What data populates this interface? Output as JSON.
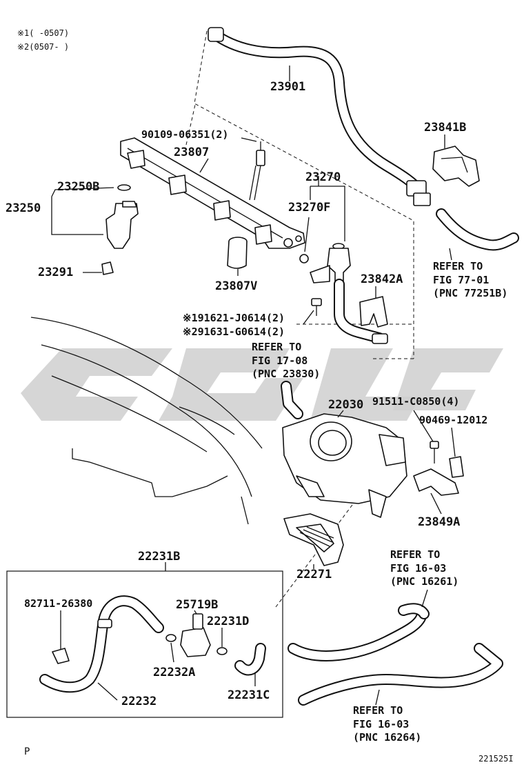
{
  "notes": {
    "note1": "※1(  -0507)",
    "note2": "※2(0507-  )"
  },
  "parts": {
    "p23901": "23901",
    "p23841B": "23841B",
    "p90109": "90109-06351(2)",
    "p23807": "23807",
    "p23270": "23270",
    "p23250B": "23250B",
    "p23250": "23250",
    "p23270F": "23270F",
    "p23291": "23291",
    "p23807V": "23807V",
    "p23842A": "23842A",
    "p91621": "※191621-J0614(2)",
    "p91631": "※291631-G0614(2)",
    "p22030": "22030",
    "p91511": "91511-C0850(4)",
    "p90469": "90469-12012",
    "p23849A": "23849A",
    "p22271": "22271",
    "p22231B": "22231B",
    "p82711": "82711-26380",
    "p25719B": "25719B",
    "p22231D": "22231D",
    "p22232A": "22232A",
    "p22232": "22232",
    "p22231C": "22231C"
  },
  "refs": {
    "r77_1": "REFER TO",
    "r77_2": "FIG 77-01",
    "r77_3": "(PNC 77251B)",
    "r17_1": "REFER TO",
    "r17_2": "FIG 17-08",
    "r17_3": "(PNC 23830)",
    "r16a_1": "REFER TO",
    "r16a_2": "FIG 16-03",
    "r16a_3": "(PNC 16261)",
    "r16b_1": "REFER TO",
    "r16b_2": "FIG 16-03",
    "r16b_3": "(PNC 16264)"
  },
  "footer": {
    "corner_letter": "P",
    "figure_id": "221525I"
  }
}
